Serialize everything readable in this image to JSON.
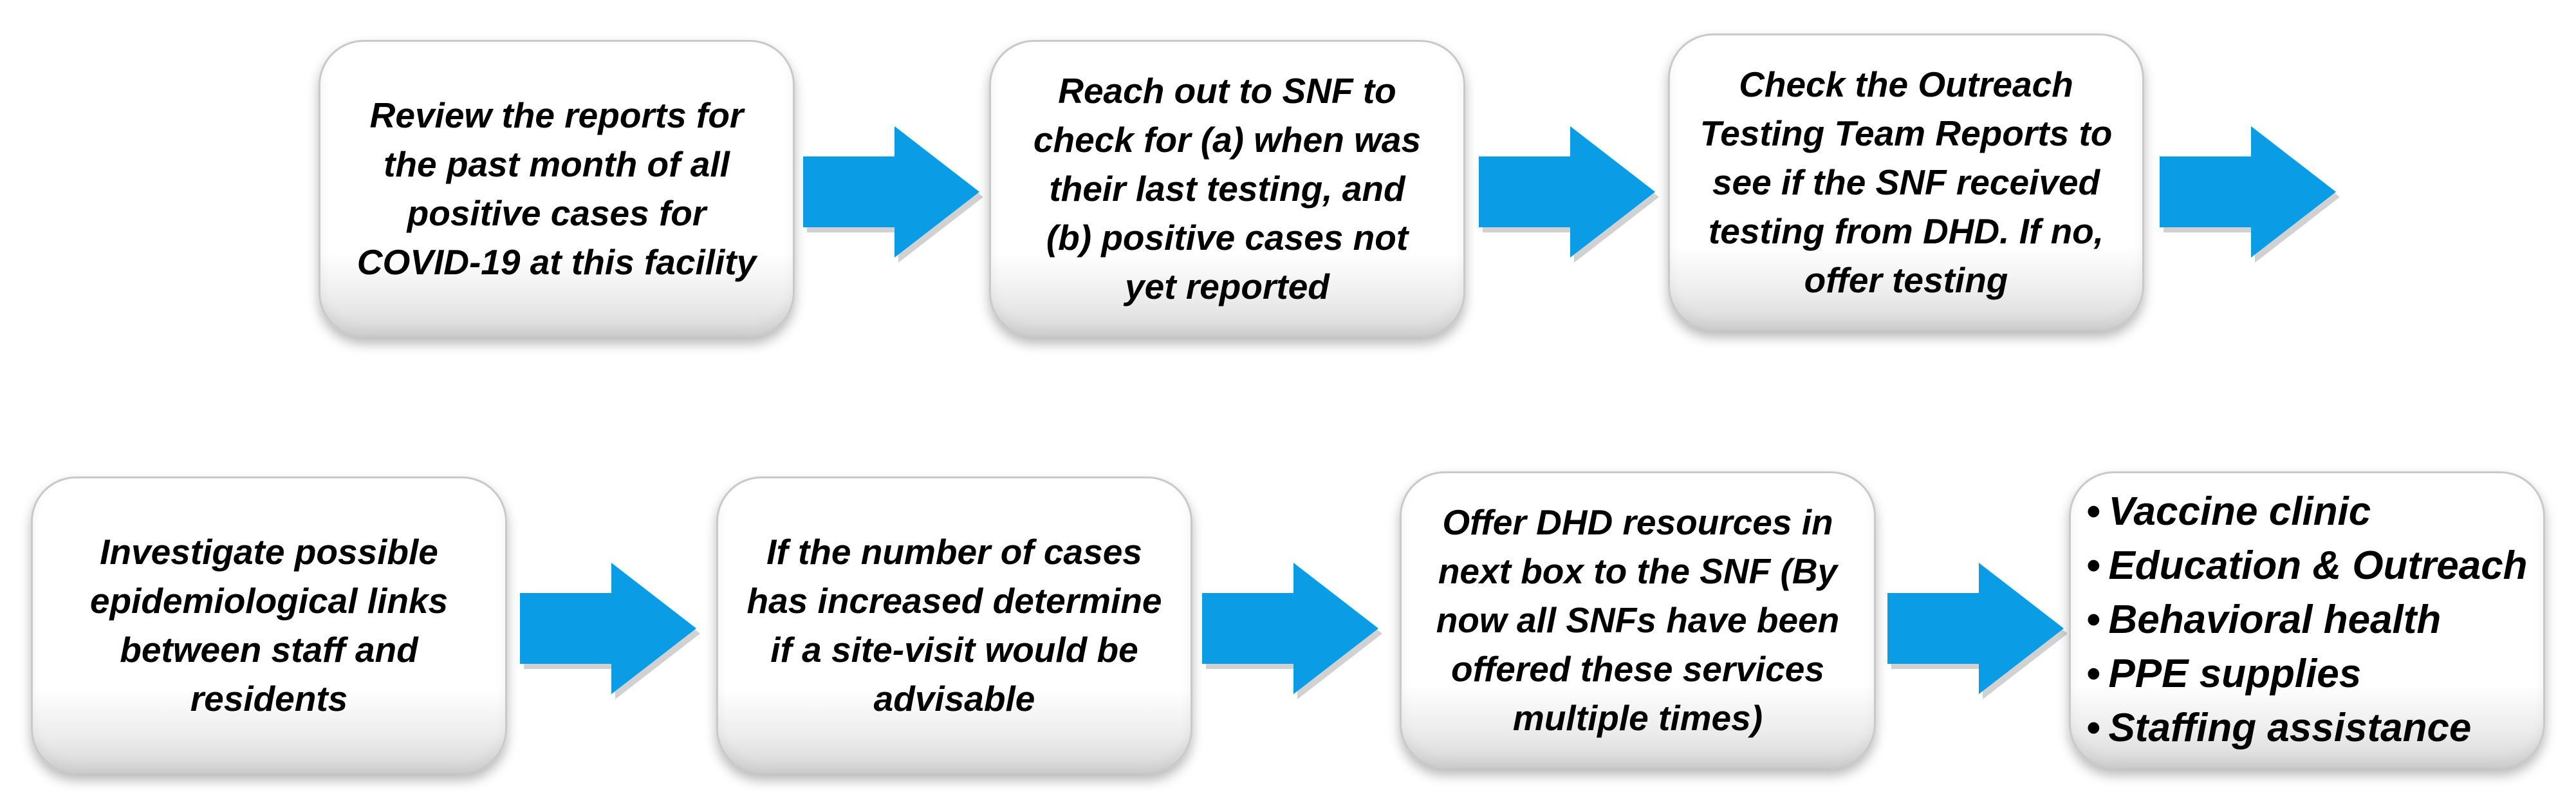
{
  "steps": [
    {
      "text": "Review the reports for\nthe past month of all\npositive cases for\nCOVID-19 at this facility"
    },
    {
      "text": "Reach out to SNF to\ncheck for (a) when was\ntheir last testing, and\n(b) positive cases not\nyet reported"
    },
    {
      "text": "Check the Outreach\nTesting  Team Reports to\nsee if the SNF received\ntesting from DHD.  If no,\noffer testing"
    },
    {
      "text": "Investigate possible\nepidemiological links\nbetween staff and\nresidents"
    },
    {
      "text": "If the number of cases\nhas increased determine\nif a site-visit would be\nadvisable"
    },
    {
      "text": "Offer DHD resources in\nnext box to the SNF (By\nnow all SNFs have been\noffered these services\nmultiple times)"
    }
  ],
  "resources": {
    "bullet": "•",
    "items": [
      "Vaccine clinic",
      "Education & Outreach",
      "Behavioral health",
      "PPE supplies",
      "Staffing assistance"
    ]
  },
  "colors": {
    "arrow": "#0a9de6",
    "arrow_shadow": "#9a9a9a",
    "box_border": "#c9c9c9",
    "text": "#000000"
  }
}
